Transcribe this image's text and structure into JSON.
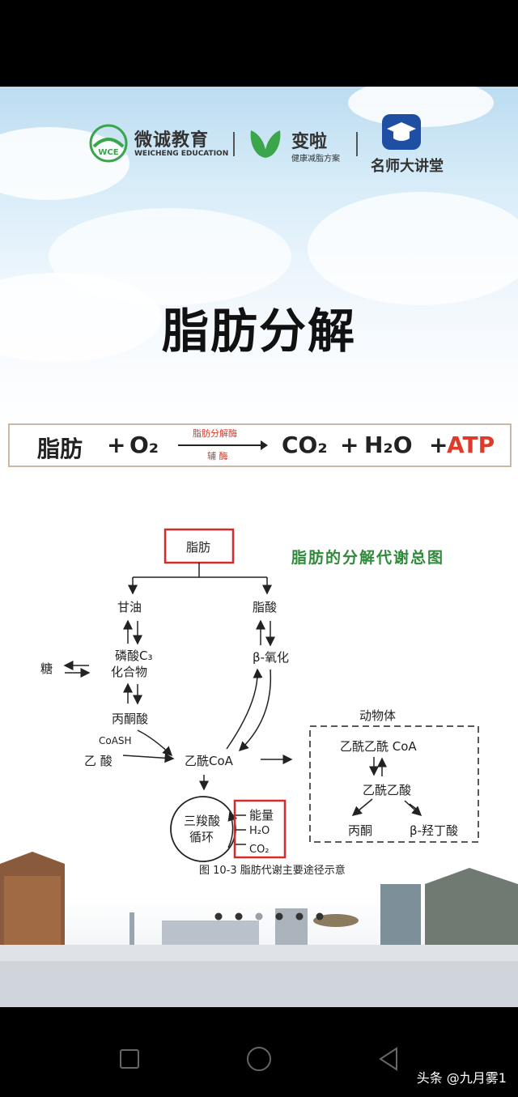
{
  "brand": {
    "weicheng_cn": "微诚教育",
    "weicheng_en": "WEICHENG EDUCATION",
    "weicheng_mark": "WCE",
    "bianla_cn": "变啦",
    "bianla_sub": "健康减脂方案",
    "mingshi_cn": "名师大讲堂"
  },
  "slide": {
    "title": "脂肪分解"
  },
  "equation": {
    "left1": "脂肪",
    "plus1": "+",
    "left2": "O₂",
    "enzyme_top": "脂肪分解酶",
    "enzyme_bottom": "辅 酶",
    "right1": "CO₂",
    "plus2": "+",
    "right2": "H₂O",
    "plus3": "+",
    "right3": "ATP"
  },
  "diagram": {
    "heading": "脂肪的分解代谢总图",
    "fat": "脂肪",
    "glycerol": "甘油",
    "fatty_acid": "脂酸",
    "sugar": "糖",
    "c3_line1": "磷酸C₃",
    "c3_line2": "化合物",
    "beta_ox": "β-氧化",
    "pyruvate": "丙酮酸",
    "coash": "CoASH",
    "acid": "乙 酸",
    "acetyl_coa": "乙酰CoA",
    "animal": "动物体",
    "acetoacetyl_coa": "乙酰乙酰 CoA",
    "acetoacetic": "乙酰乙酸",
    "acetone": "丙酮",
    "hydroxybutyric": "β-羟丁酸",
    "tca_line1": "三羧酸",
    "tca_line2": "循环",
    "energy": "能量",
    "water": "H₂O",
    "co2": "CO₂",
    "caption": "图 10-3 脂肪代谢主要途径示意"
  },
  "colors": {
    "accent_red": "#e03a2a",
    "box_red": "#d42a2a",
    "heading_green": "#2f8a3a",
    "brand_green": "#3aa54a"
  },
  "pager": {
    "count": 6,
    "active": 2
  },
  "footer": {
    "watermark": "头条 @九月雾1"
  }
}
